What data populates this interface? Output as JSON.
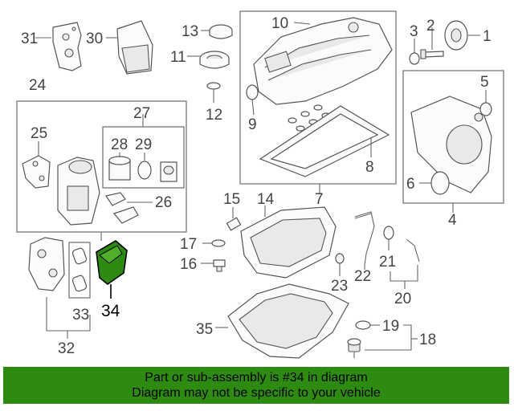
{
  "diagram": {
    "callouts": [
      "1",
      "2",
      "3",
      "4",
      "5",
      "6",
      "7",
      "8",
      "9",
      "10",
      "11",
      "12",
      "13",
      "14",
      "15",
      "16",
      "17",
      "18",
      "19",
      "20",
      "21",
      "22",
      "23",
      "24",
      "25",
      "26",
      "27",
      "28",
      "29",
      "30",
      "31",
      "32",
      "33",
      "35"
    ],
    "highlighted_callout": "34",
    "highlight_color": "#2e8b12"
  },
  "banner": {
    "line1": "Part or sub-assembly is #34 in diagram",
    "line2": "Diagram may not be specific to your vehicle"
  }
}
